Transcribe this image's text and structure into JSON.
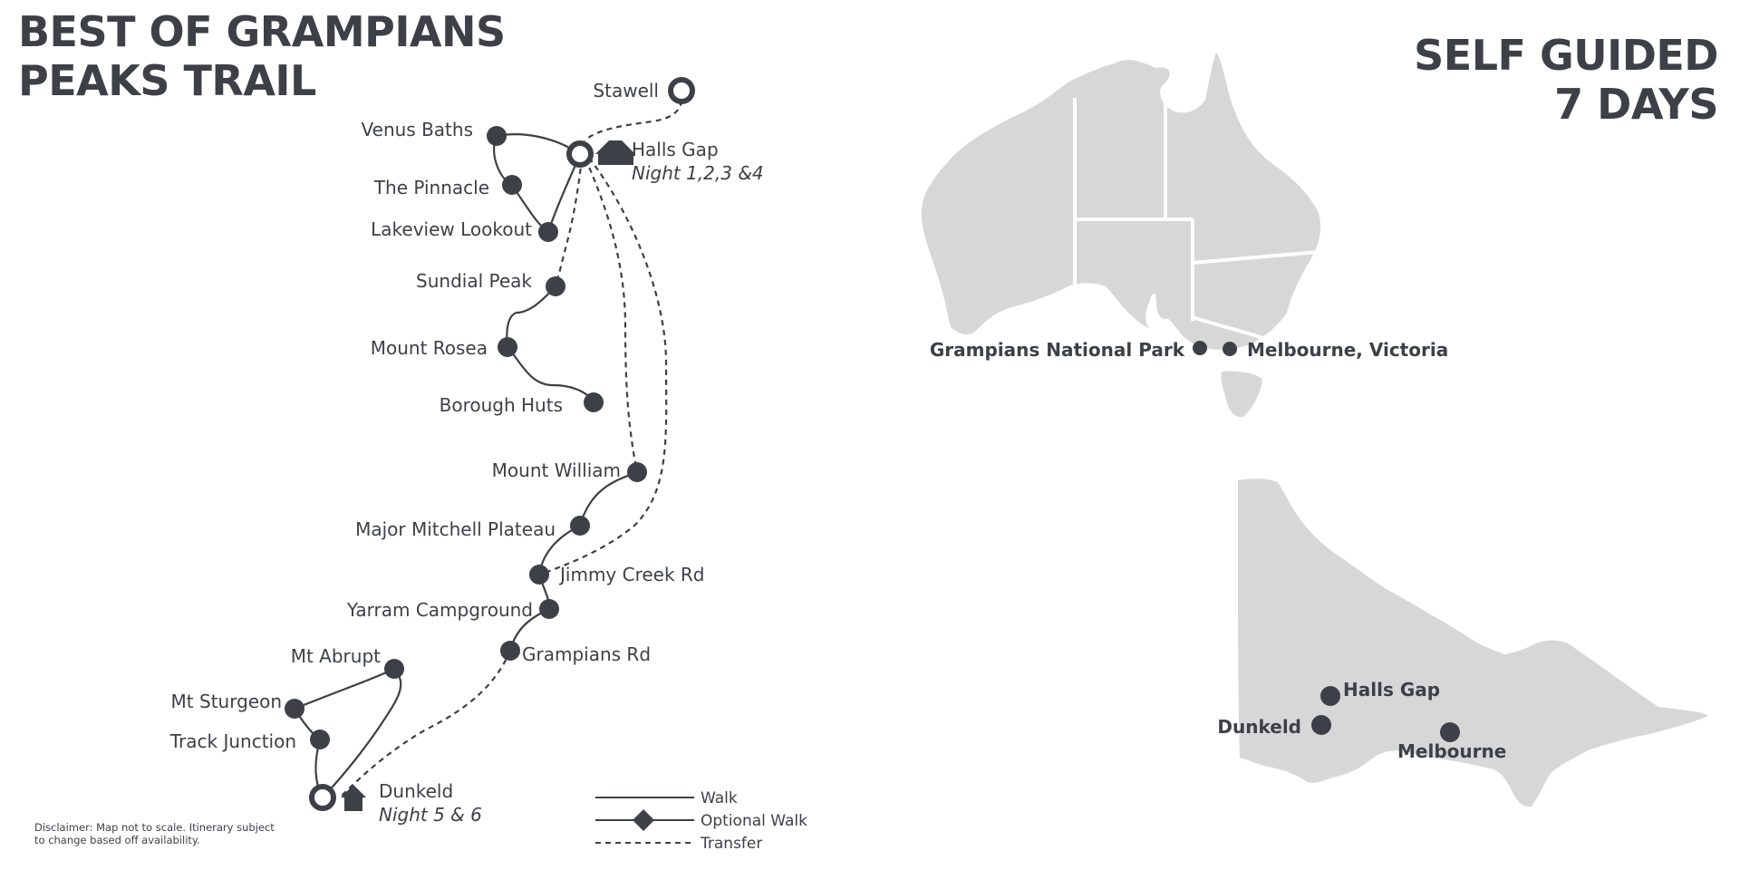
{
  "header": {
    "title_line1": "BEST OF GRAMPIANS",
    "title_line2": "PEAKS TRAIL",
    "subtitle_line1": "SELF GUIDED",
    "subtitle_line2": "7 DAYS"
  },
  "trail": {
    "stops": {
      "stawell": "Stawell",
      "venus_baths": "Venus Baths",
      "halls_gap": "Halls Gap",
      "halls_gap_nights": "Night 1,2,3 &4",
      "the_pinnacle": "The Pinnacle",
      "lakeview_lookout": "Lakeview Lookout",
      "sundial_peak": "Sundial Peak",
      "mount_rosea": "Mount Rosea",
      "borough_huts": "Borough Huts",
      "mount_william": "Mount William",
      "major_mitchell_plateau": "Major Mitchell Plateau",
      "jimmy_creek_rd": "Jimmy Creek Rd",
      "yarram_campground": "Yarram Campground",
      "grampians_rd": "Grampians Rd",
      "mt_abrupt": "Mt Abrupt",
      "mt_sturgeon": "Mt Sturgeon",
      "track_junction": "Track Junction",
      "dunkeld": "Dunkeld",
      "dunkeld_nights": "Night 5 & 6"
    }
  },
  "legend": {
    "walk": "Walk",
    "optional_walk": "Optional Walk",
    "transfer": "Transfer"
  },
  "australia_map": {
    "grampians_national_park": "Grampians National Park",
    "melbourne_victoria": "Melbourne, Victoria"
  },
  "victoria_map": {
    "halls_gap": "Halls Gap",
    "dunkeld": "Dunkeld",
    "melbourne": "Melbourne"
  },
  "disclaimer": {
    "line1": "Disclaimer: Map not to scale. Itinerary subject",
    "line2": "to change based off availability."
  },
  "colors": {
    "ink": "#3d4047",
    "land": "#d7d7d7",
    "background": "#ffffff"
  }
}
